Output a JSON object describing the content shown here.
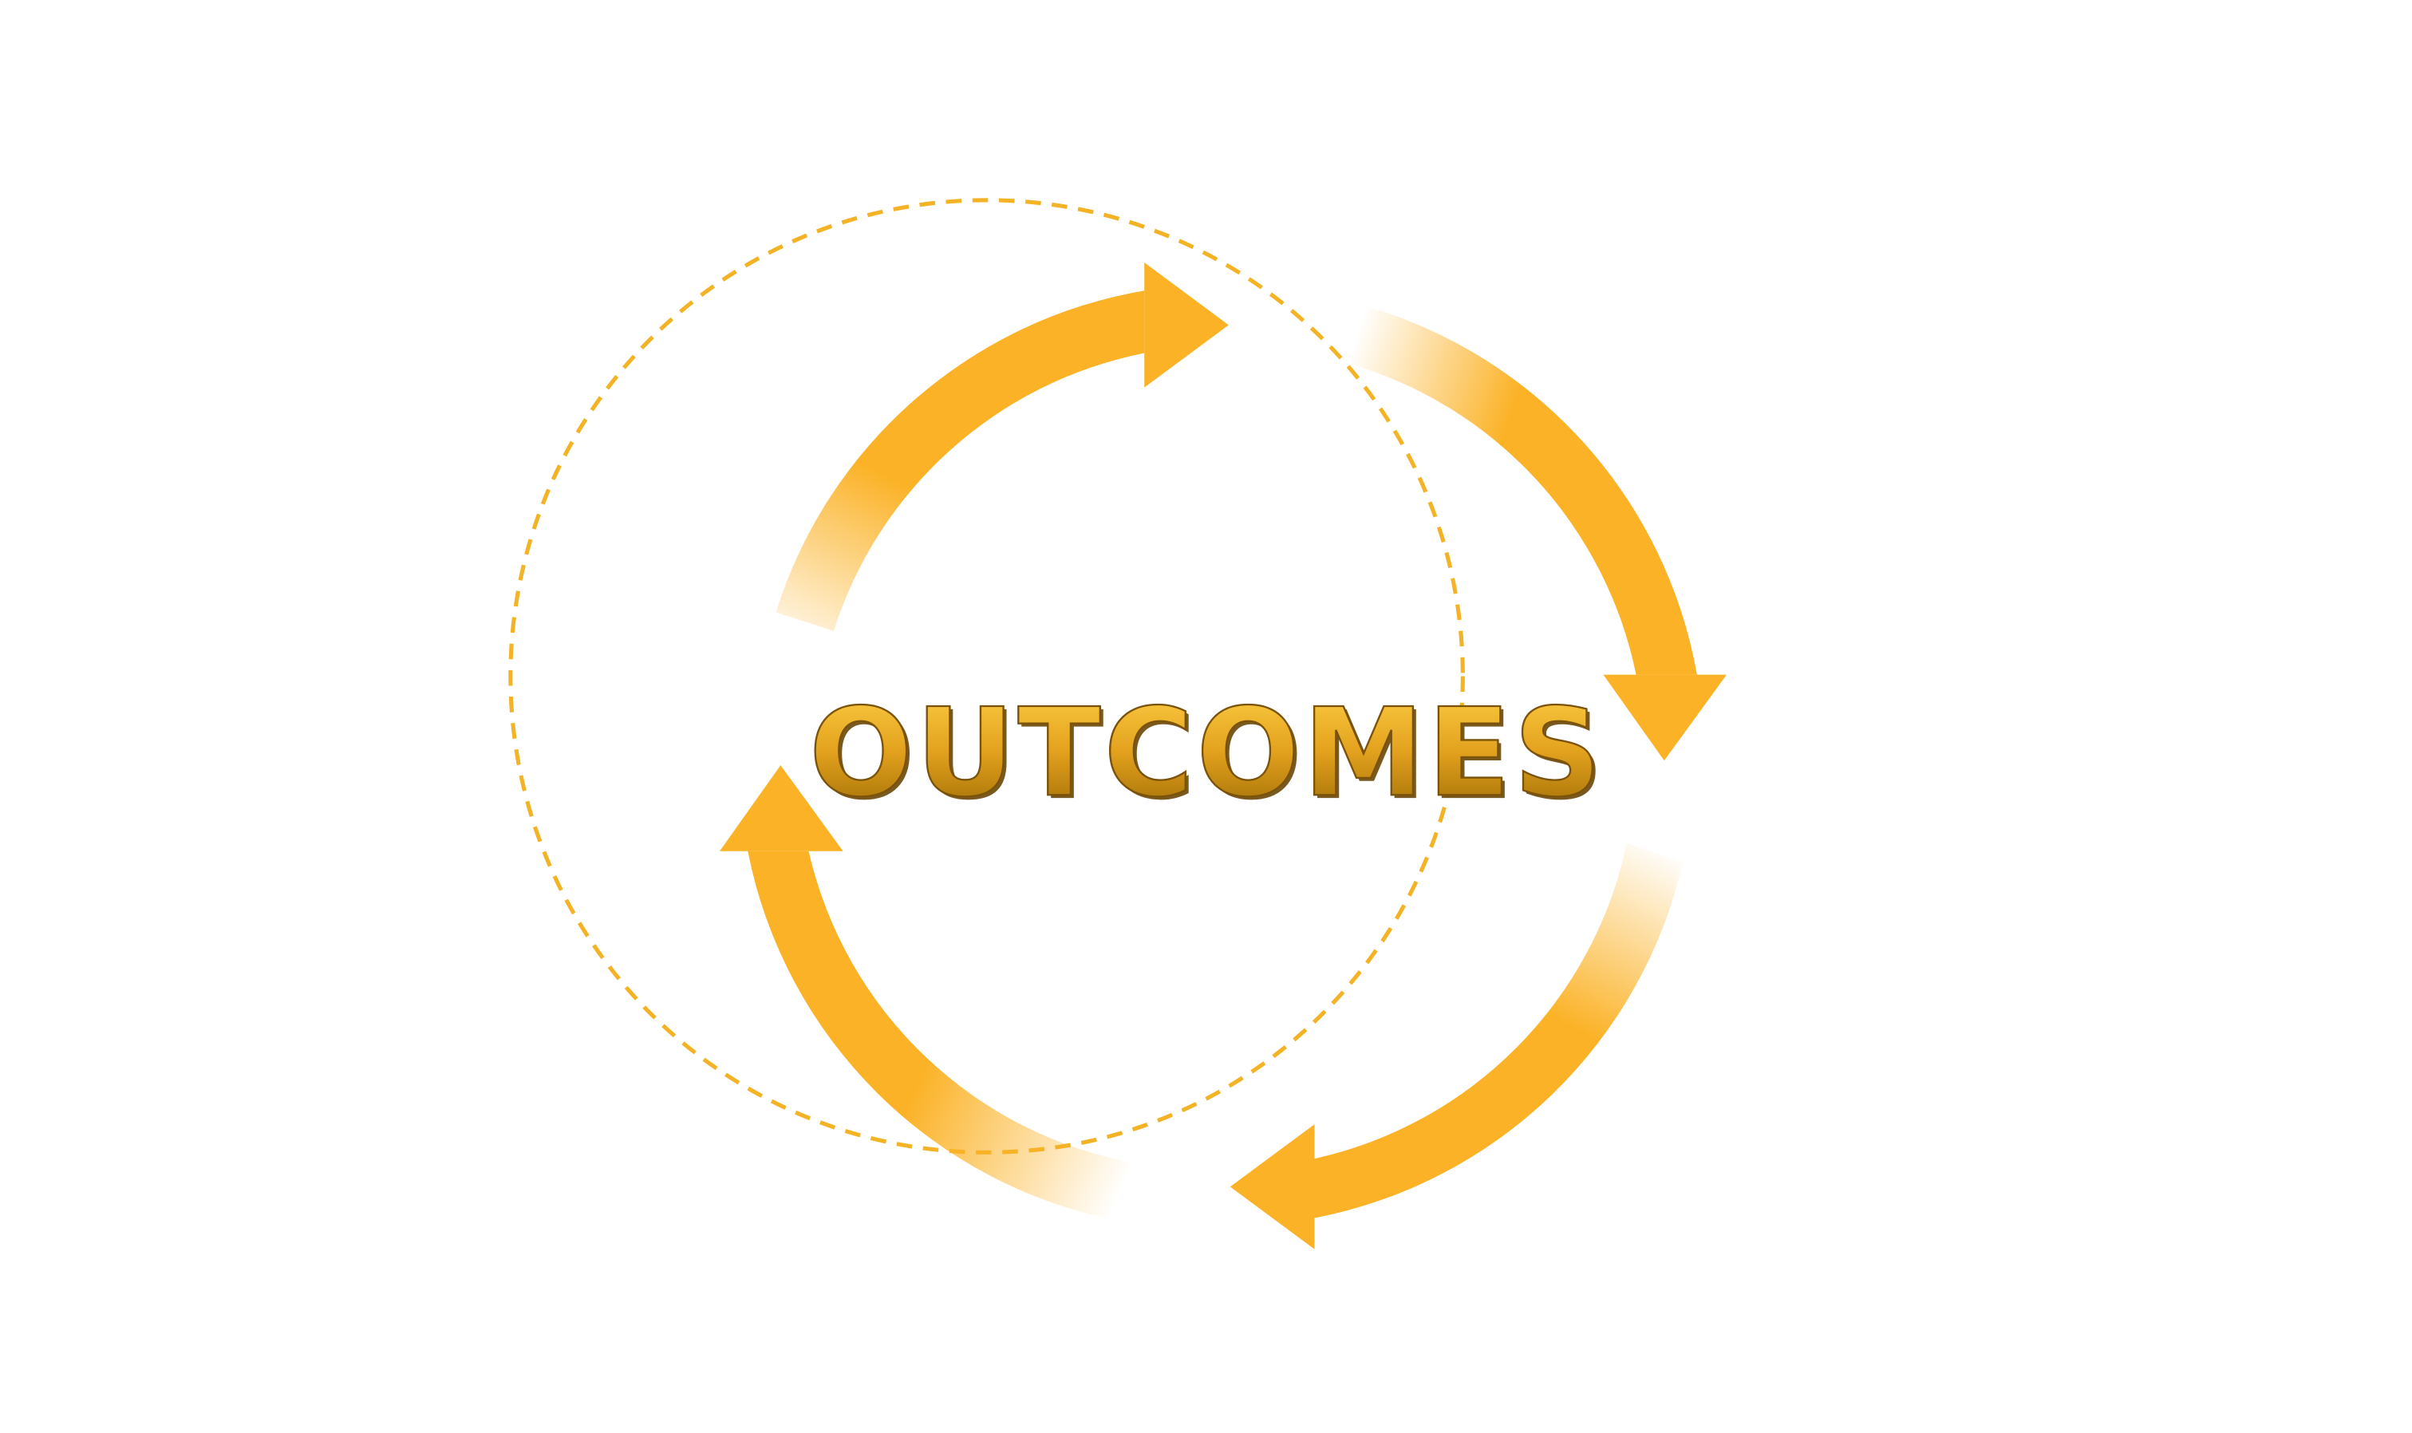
{
  "diagram": {
    "center_label": "OUTCOMES",
    "colors": {
      "arrow": "#FBB226",
      "dashed_circle": "#F4B225",
      "text_fill_top": "#F6C23A",
      "text_fill_bottom": "#B07A0B",
      "text_outline": "#6B4807"
    },
    "arrows": [
      {
        "name": "top-left-arrow",
        "direction": "clockwise"
      },
      {
        "name": "right-arrow",
        "direction": "clockwise"
      },
      {
        "name": "bottom-right-arrow",
        "direction": "clockwise"
      },
      {
        "name": "left-arrow",
        "direction": "clockwise"
      }
    ],
    "icons": {
      "cycle": "cycle-arrows-icon",
      "dashed_ring": "dashed-circle-icon"
    }
  }
}
